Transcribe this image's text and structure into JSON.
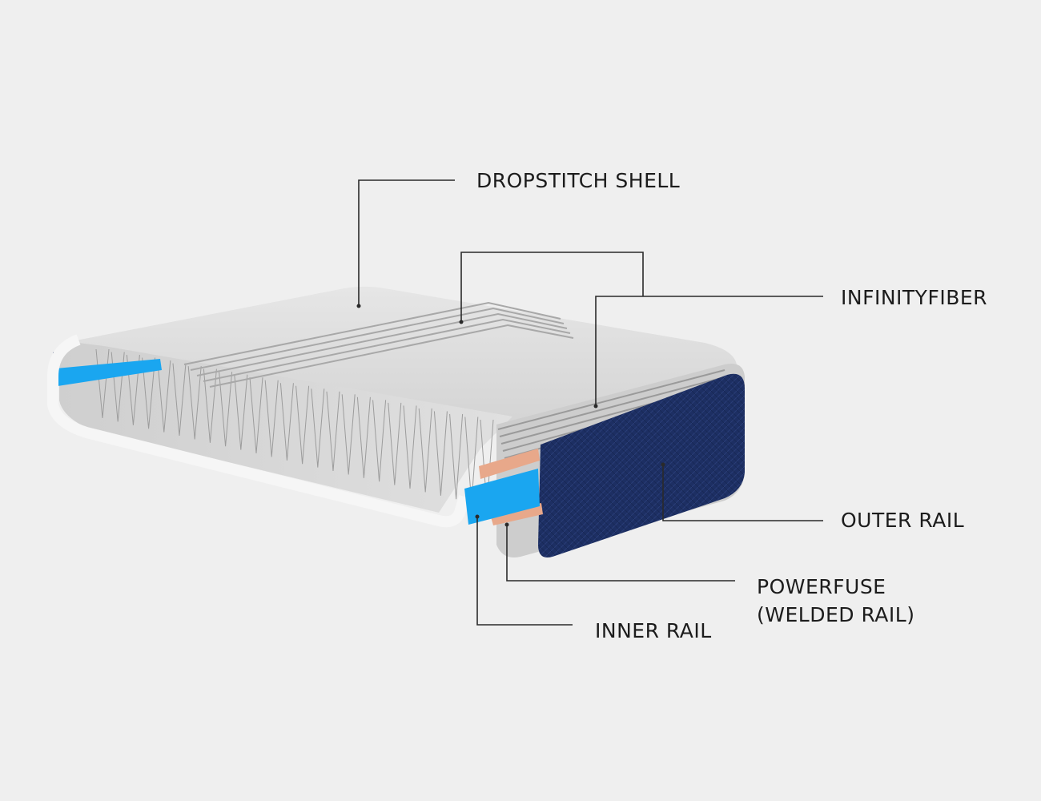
{
  "callouts": {
    "dropstitch_shell": "DROPSTITCH SHELL",
    "infinityfiber": "INFINITYFIBER",
    "outer_rail": "OUTER RAIL",
    "powerfuse_line1": "POWERFUSE",
    "powerfuse_line2": "(WELDED RAIL)",
    "inner_rail": "INNER RAIL"
  },
  "colors": {
    "background": "#efefef",
    "shell_top": "#dcdcdc",
    "shell_side": "#cfcfcf",
    "outer_rail": "#1d2f63",
    "inner_rail": "#1aa6f0",
    "powerfuse": "#e8a88a",
    "leader_line": "#2a2a2a",
    "label_text": "#1c1c1c"
  }
}
